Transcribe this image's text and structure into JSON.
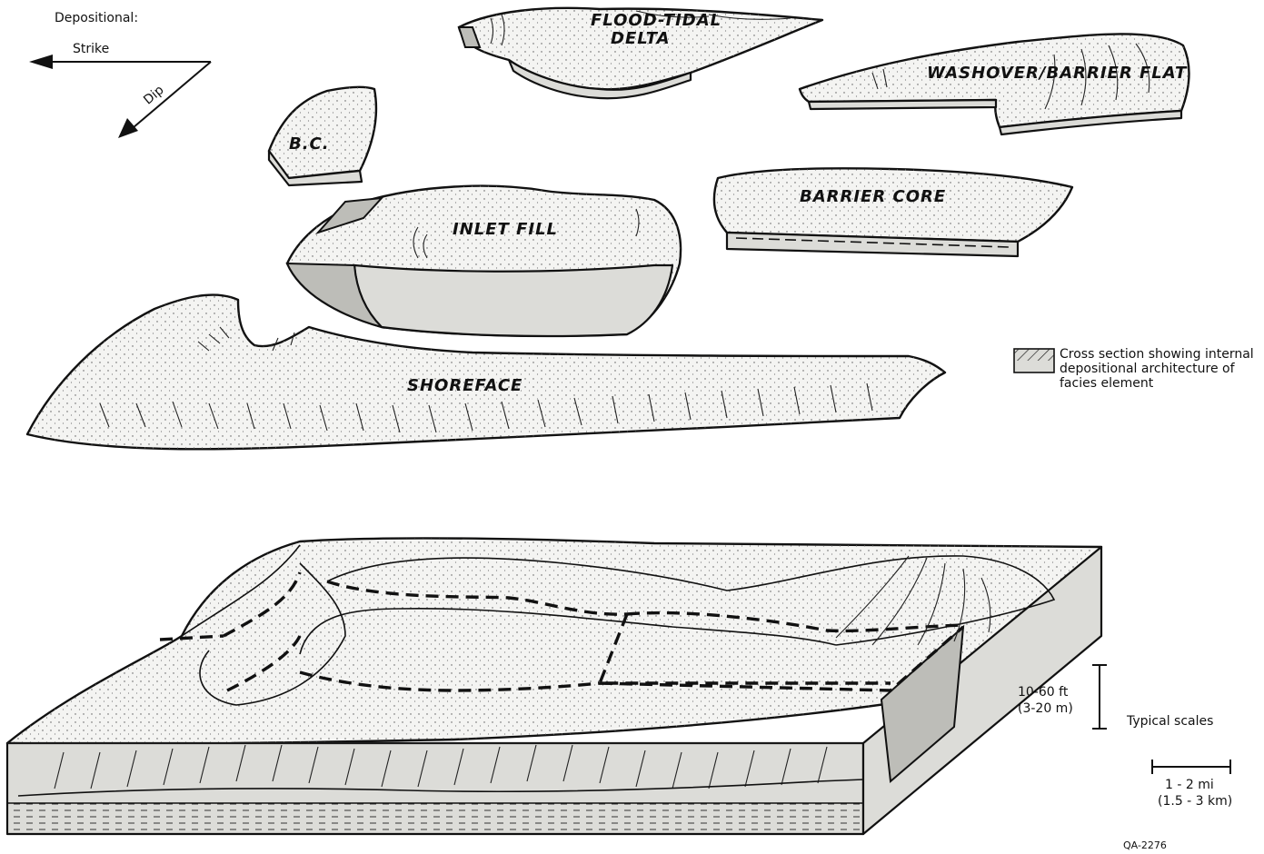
{
  "orientation": {
    "title": "Depositional:",
    "strike_label": "Strike",
    "dip_label": "Dip"
  },
  "elements": {
    "flood_tidal_delta_line1": "FLOOD-TIDAL",
    "flood_tidal_delta_line2": "DELTA",
    "washover": "WASHOVER/BARRIER FLAT",
    "bc": "B.C.",
    "barrier_core": "BARRIER CORE",
    "inlet_fill": "INLET FILL",
    "shoreface": "SHOREFACE"
  },
  "legend": {
    "line1": "Cross section showing internal",
    "line2": "depositional architecture of",
    "line3": "facies element"
  },
  "scales": {
    "vertical_line1": "10-60 ft",
    "vertical_line2": "(3-20 m)",
    "title": "Typical scales",
    "horizontal_line1": "1 - 2 mi",
    "horizontal_line2": "(1.5 - 3 km)"
  },
  "figure_id": "QA-2276"
}
